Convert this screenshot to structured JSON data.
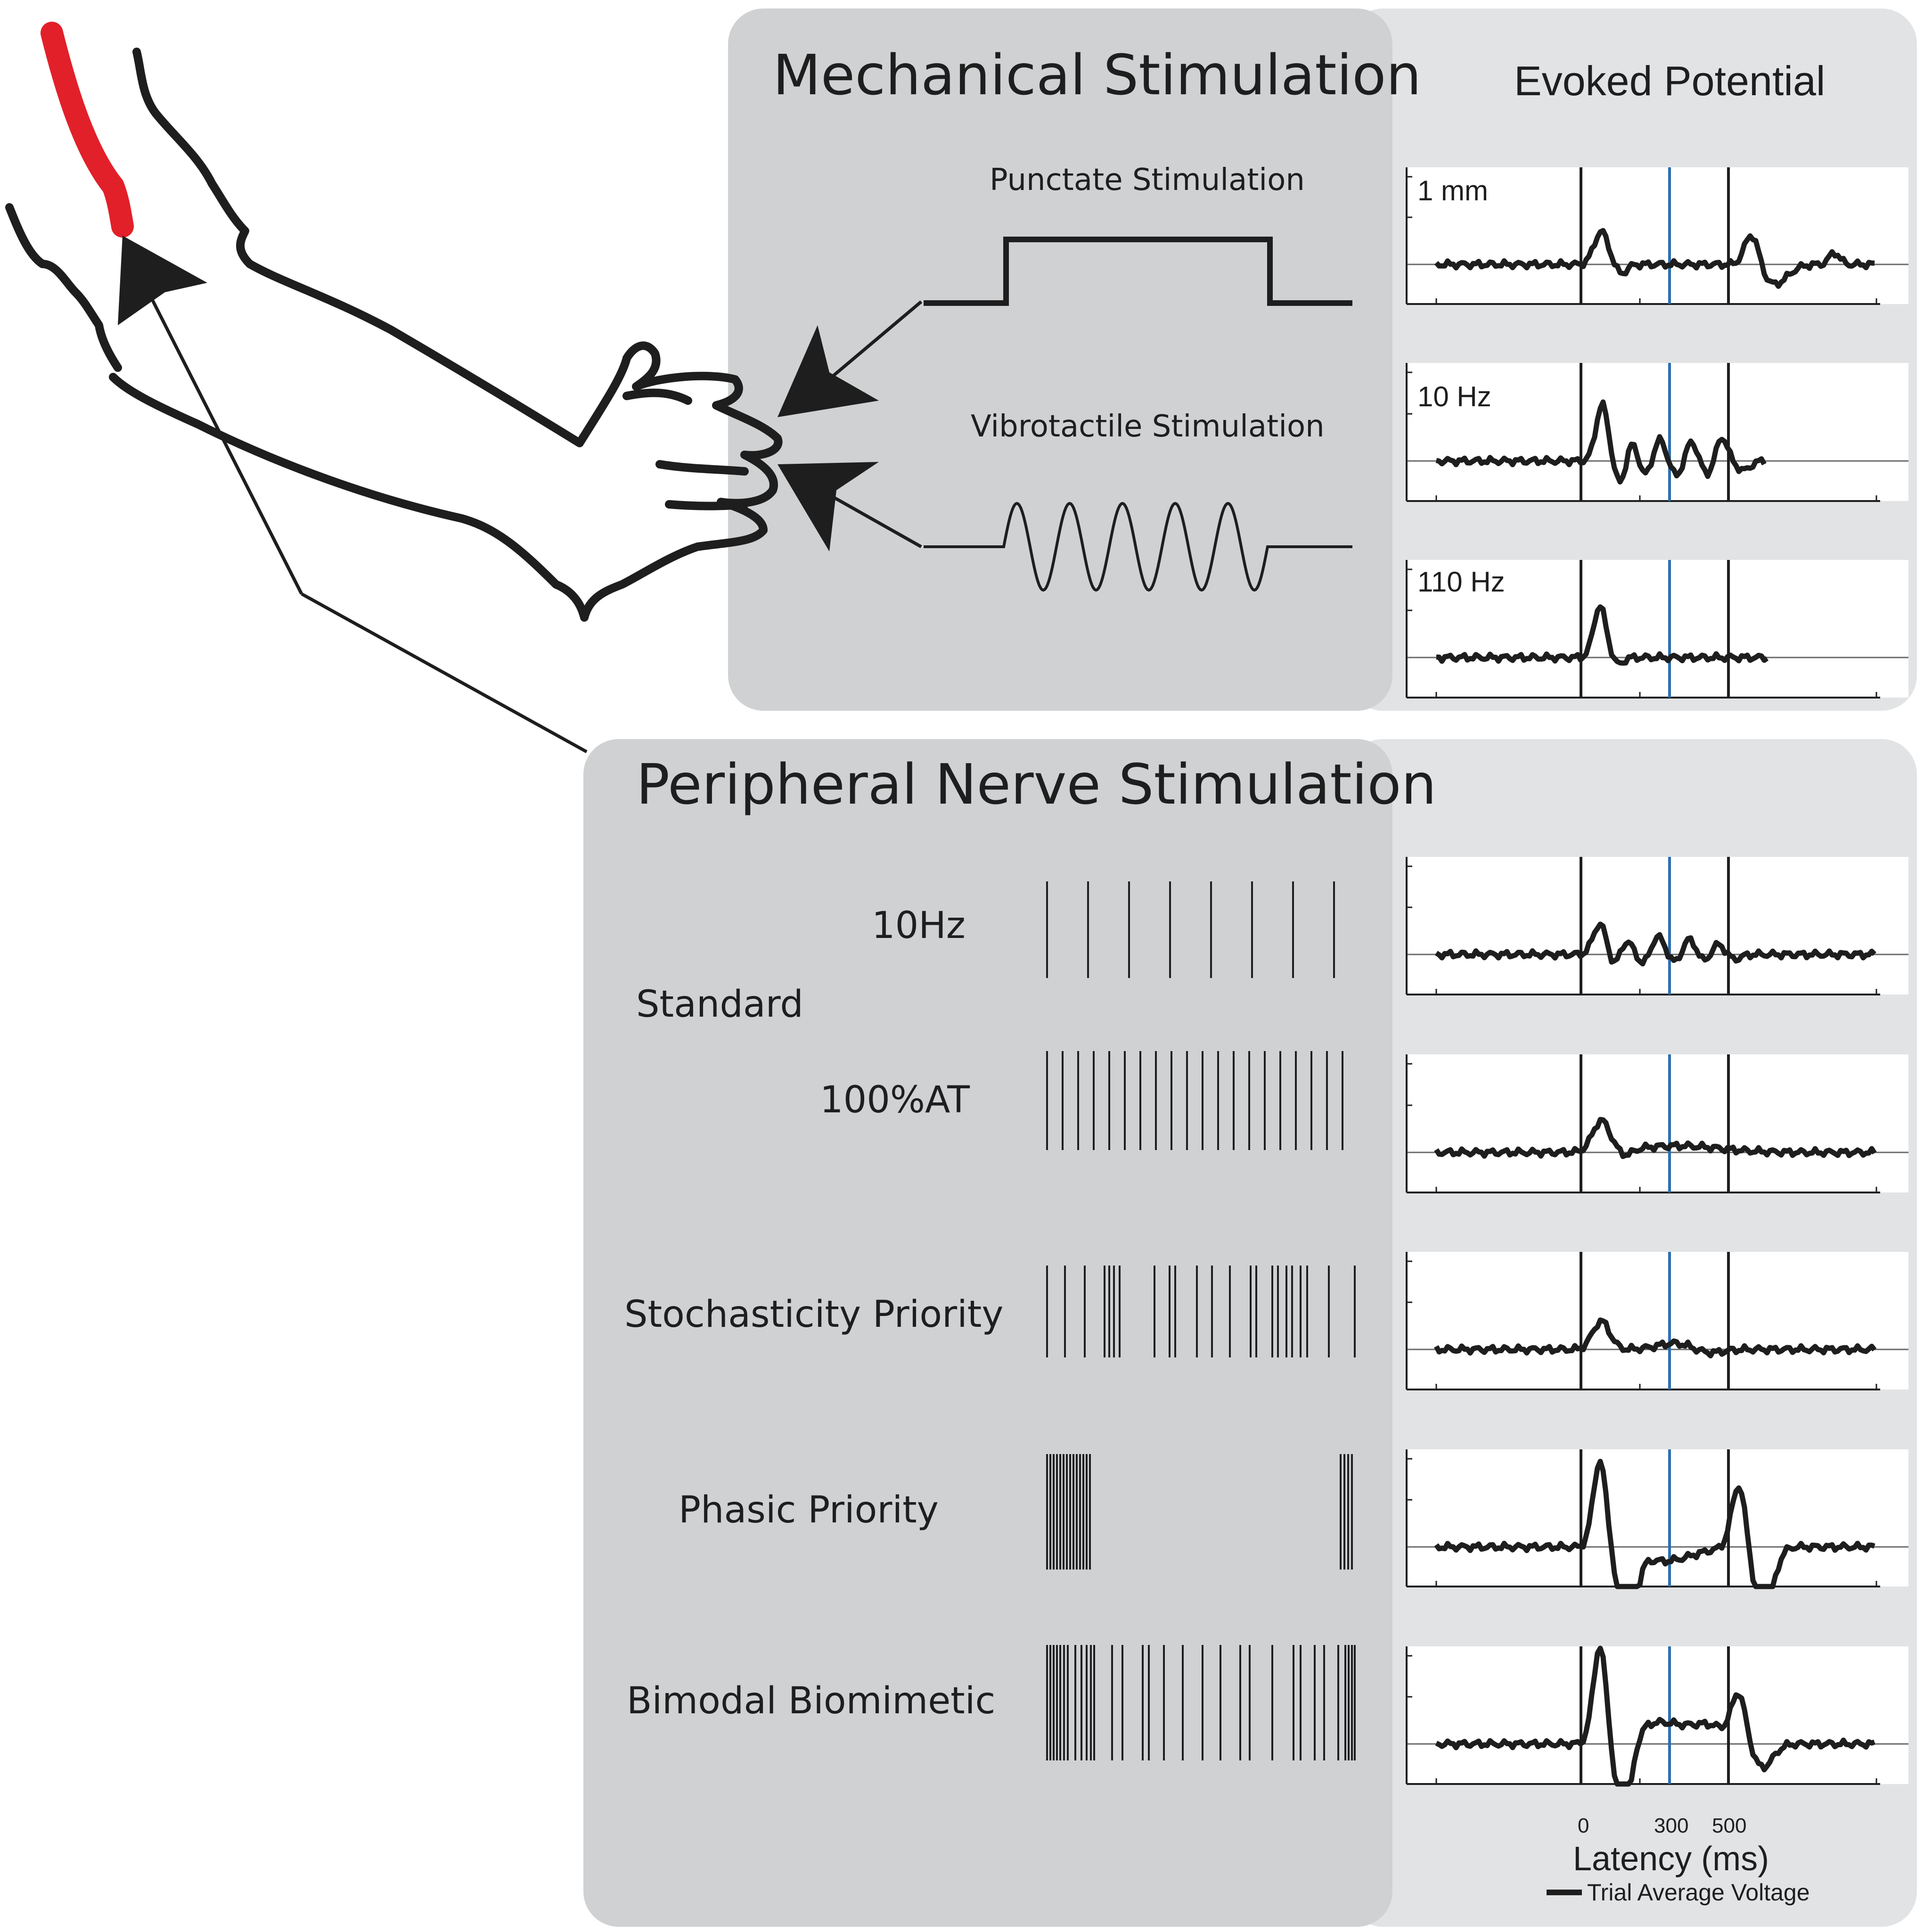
{
  "mechanical": {
    "title": "Mechanical Stimulation",
    "punctate_label": "Punctate Stimulation",
    "vibrotactile_label": "Vibrotactile Stimulation"
  },
  "peripheral": {
    "title": "Peripheral Nerve Stimulation",
    "rows": [
      {
        "label": "10Hz"
      },
      {
        "label": "Standard"
      },
      {
        "label": "100%AT"
      },
      {
        "label": "Stochasticity Priority"
      },
      {
        "label": "Phasic Priority"
      },
      {
        "label": "Bimodal Biomimetic"
      }
    ]
  },
  "evoked": {
    "title": "Evoked Potential",
    "trace_labels": [
      "1 mm",
      "10 Hz",
      "110 Hz"
    ],
    "axis": {
      "ticks": [
        "0",
        "300",
        "500"
      ],
      "xlabel": "Latency (ms)"
    },
    "legend": "Trial Average Voltage"
  },
  "colors": {
    "panel": "#cfd1d3",
    "panel_light": "#e2e3e5",
    "marker": "#2c6fb0",
    "wire": "#e2202a",
    "ink": "#1e1e1e"
  },
  "icons": [
    "arm-icon",
    "hand-icon",
    "electrode-lead-icon",
    "arrow-icon"
  ]
}
